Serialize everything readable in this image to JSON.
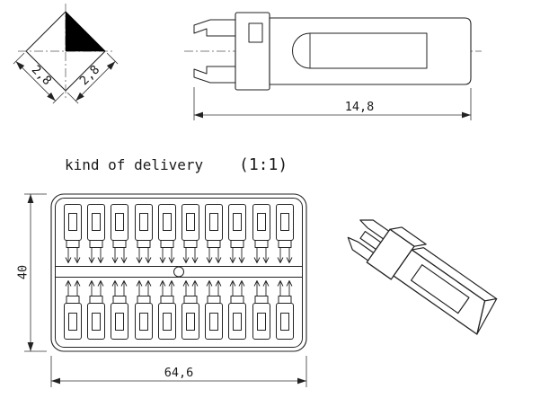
{
  "drawing": {
    "labels": {
      "kind_of_delivery": "kind of delivery",
      "scale": "(1:1)"
    },
    "dimensions": {
      "cross_width": "2,8",
      "cross_height": "2,8",
      "part_length": "14,8",
      "tray_height": "40",
      "tray_width": "64,6"
    },
    "colors": {
      "line": "#222222",
      "dimension_line": "#333333",
      "section_fill": "#000000",
      "background": "#ffffff"
    }
  }
}
